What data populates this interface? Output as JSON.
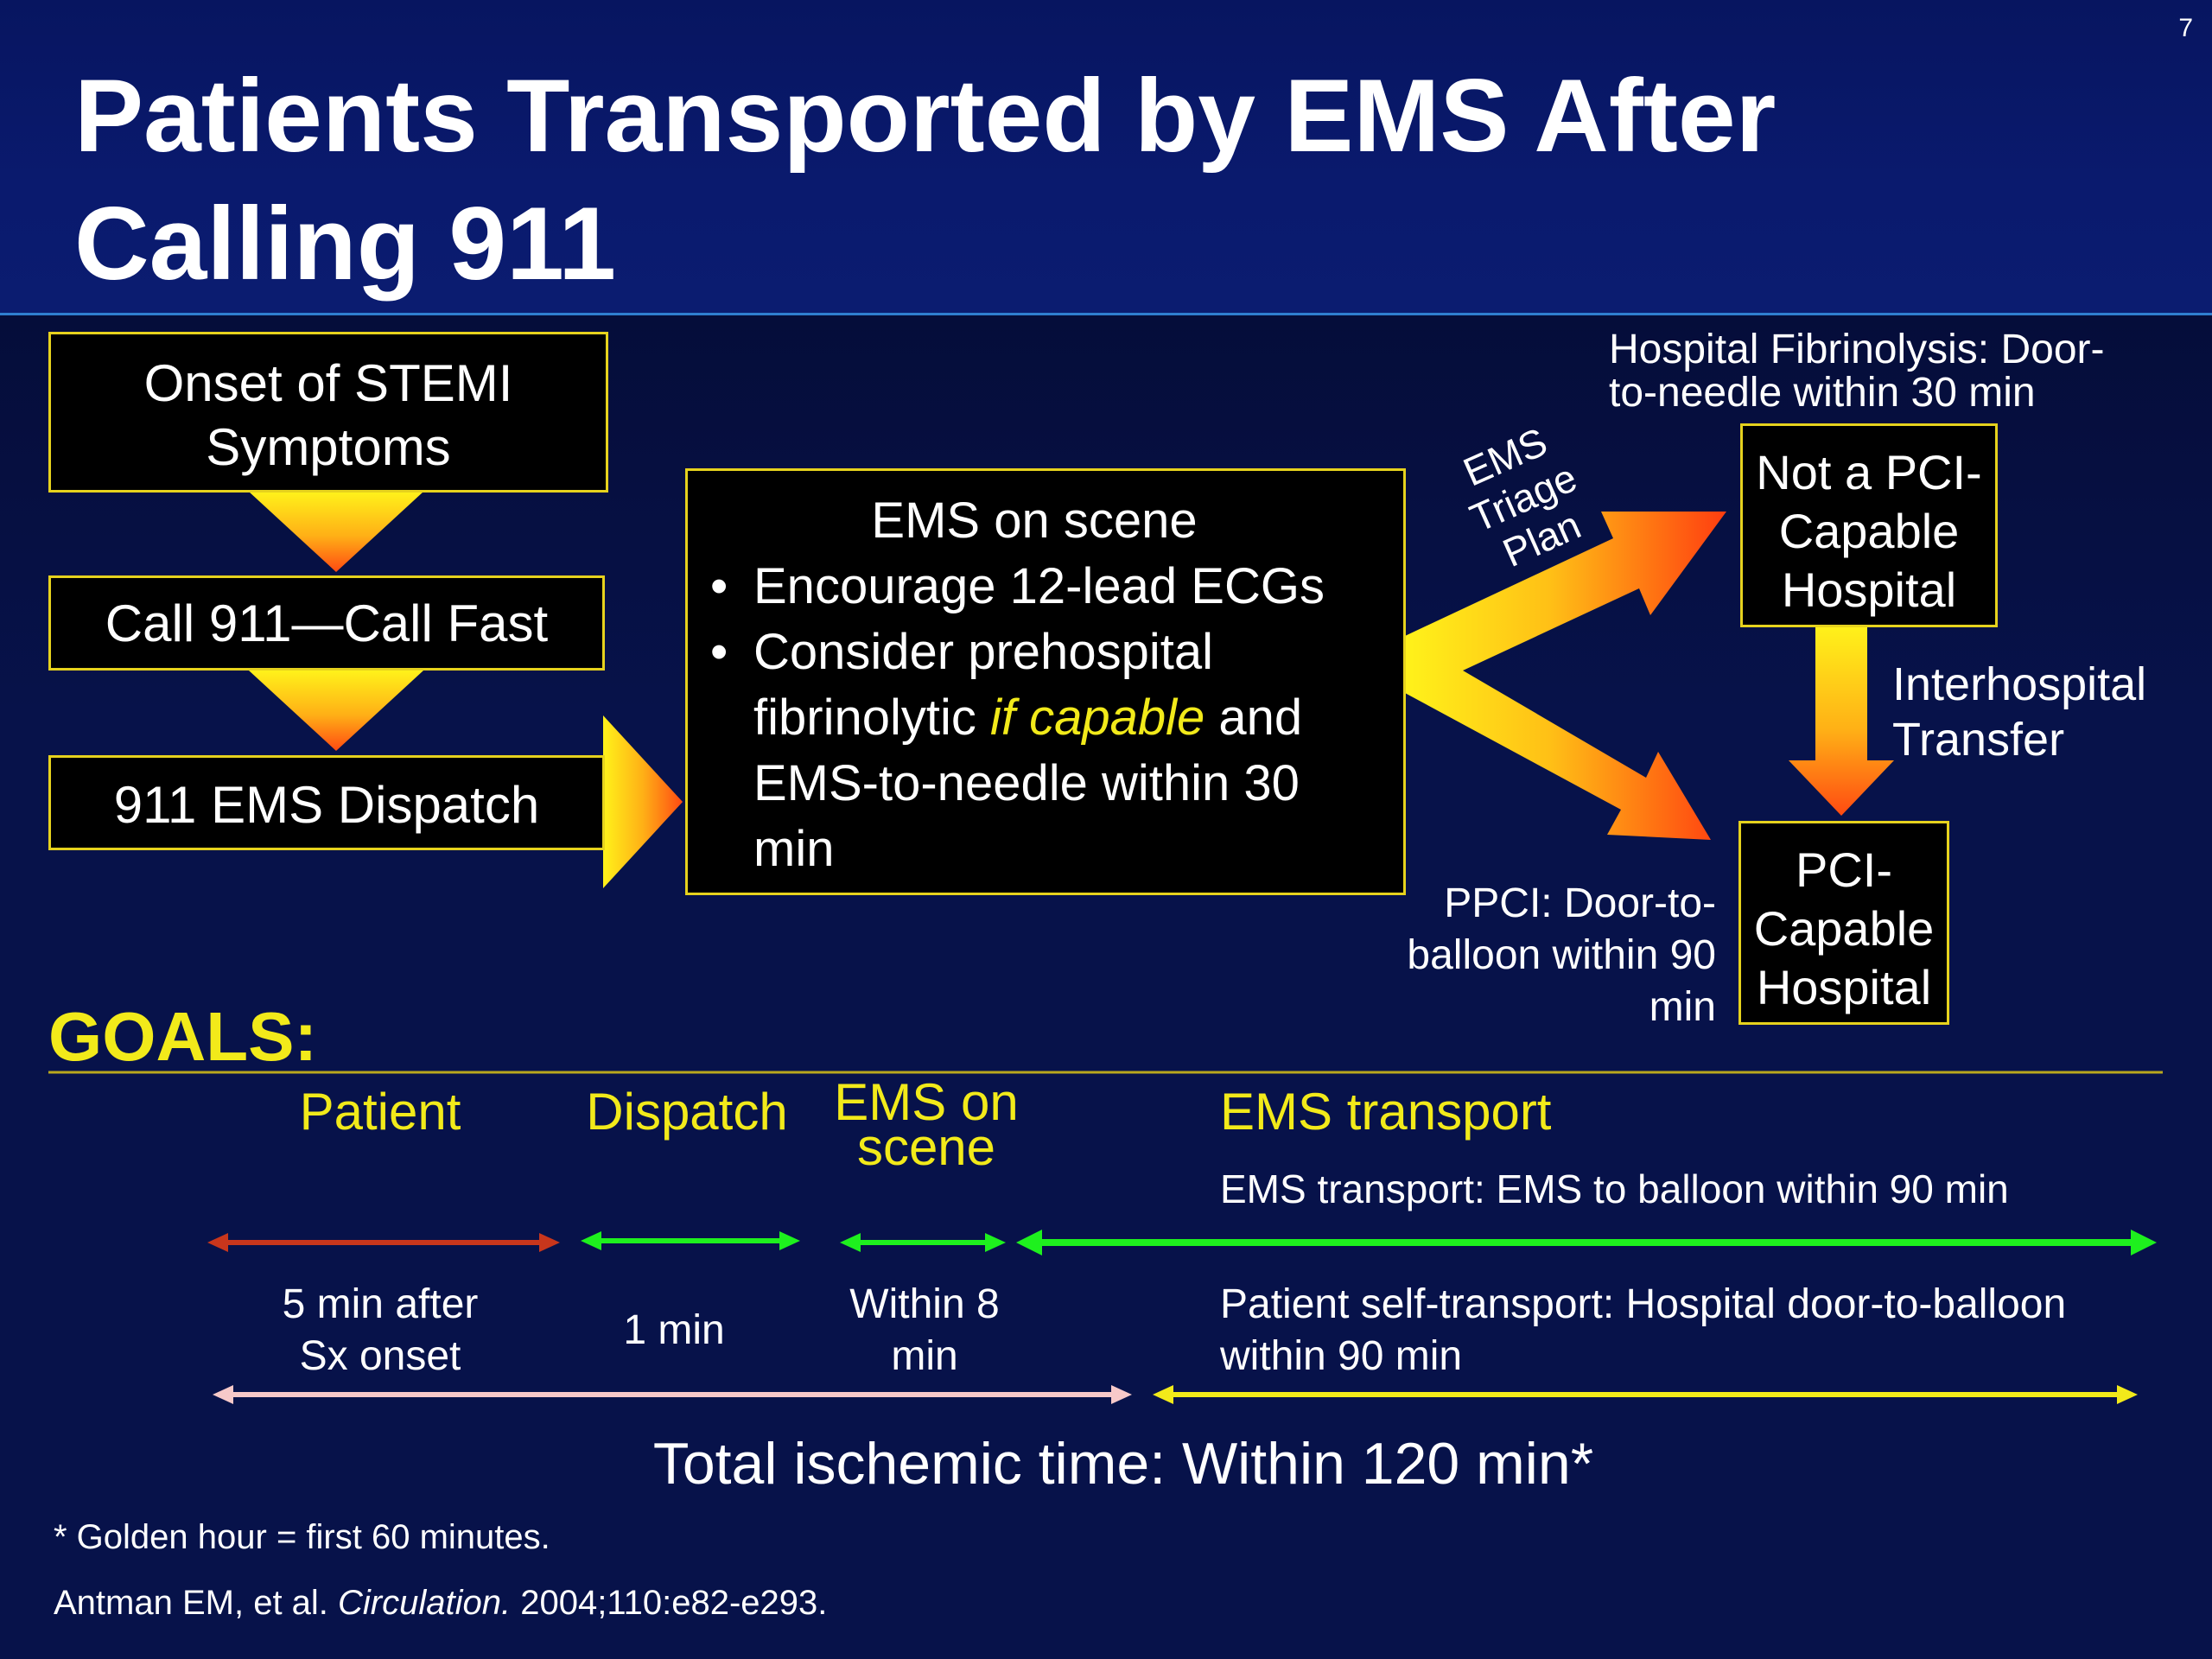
{
  "page_number": "7",
  "title": "Patients Transported by EMS After Calling 911",
  "flow": {
    "onset": "Onset of STEMI Symptoms",
    "call": "Call 911—Call Fast",
    "dispatch": "911 EMS Dispatch",
    "ems_scene": {
      "heading": "EMS on scene",
      "bullet1": "Encourage 12-lead ECGs",
      "bullet2_pre": "Consider prehospital fibrinolytic ",
      "bullet2_italic": "if capable",
      "bullet2_post": " and EMS-to-needle within 30 min"
    },
    "triage_label": "EMS Triage Plan",
    "fibrinolysis_note": "Hospital Fibrinolysis: Door-to-needle within 30 min",
    "not_pci": "Not a PCI-Capable Hospital",
    "interhospital": "Interhospital Transfer",
    "pci": "PCI-Capable Hospital",
    "ppci_note": "PPCI: Door-to-balloon within 90 min"
  },
  "goals": {
    "label": "GOALS:",
    "patient": "Patient",
    "dispatch": "Dispatch",
    "ems_on_scene": "EMS on scene",
    "ems_transport": "EMS transport",
    "ems_transport_note": "EMS transport: EMS to balloon within 90 min",
    "patient_time": "5 min after Sx onset",
    "dispatch_time": "1 min",
    "scene_time": "Within 8 min",
    "self_transport_note": "Patient self-transport: Hospital door-to-balloon within 90 min",
    "total": "Total ischemic time: Within 120 min*"
  },
  "footnote": "* Golden hour = first 60 minutes.",
  "citation": {
    "authors": "Antman EM, et al. ",
    "journal": "Circulation.",
    "details": " 2004;110:e82-e293."
  },
  "colors": {
    "background": "#07124a",
    "box_border": "#e6d21d",
    "highlight_yellow": "#f2ea1a",
    "arrow_red": "#c8361c",
    "arrow_green": "#1ef01e",
    "arrow_pink": "#f7c9c9",
    "arrow_yellow": "#f2ea1a"
  }
}
